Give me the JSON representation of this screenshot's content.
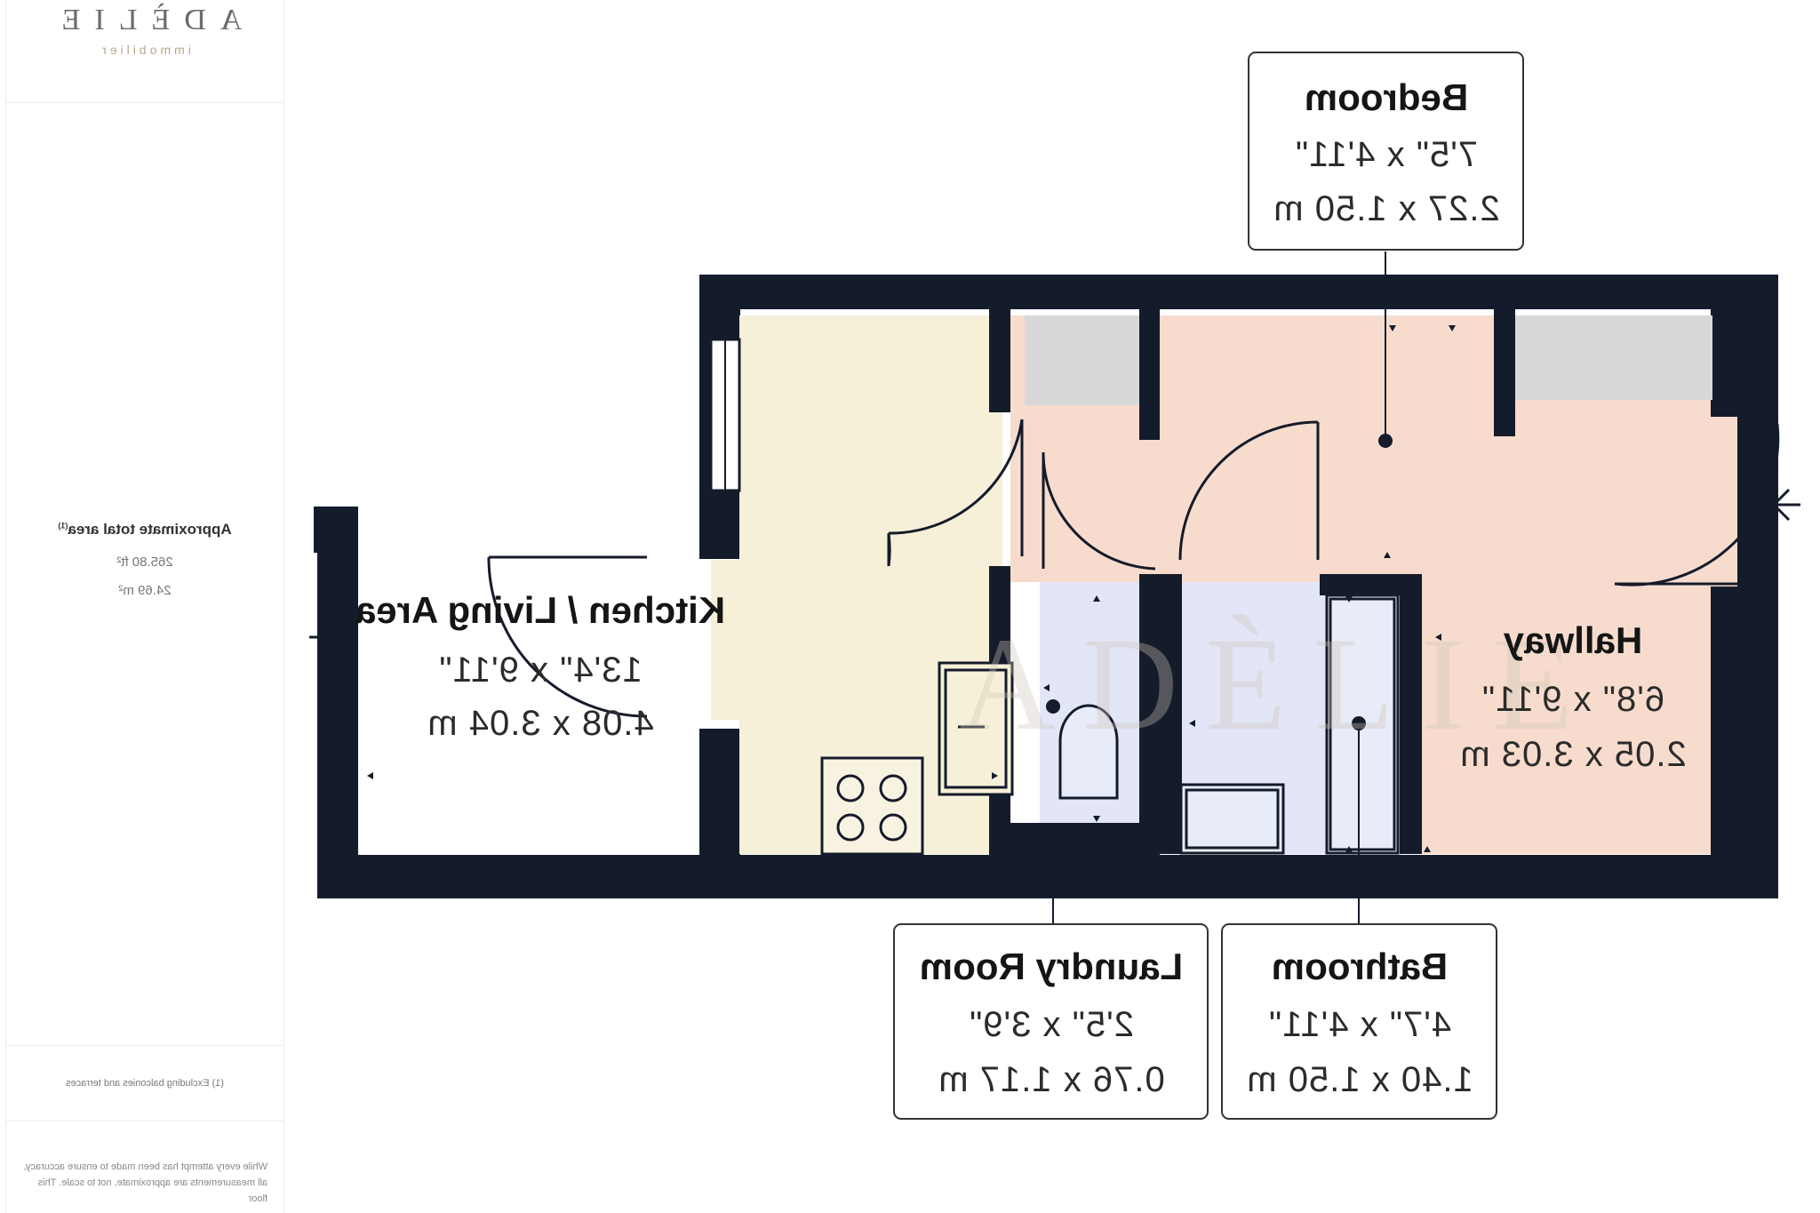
{
  "sidebar": {
    "brand": "ADÈLIE",
    "brand_sub": "immobilier",
    "area_title": "Approximate total area",
    "area_footnote_mark": "(1)",
    "area_sqft": "265.80 ft²",
    "area_sqm": "24.69 m²",
    "footnote": "(1) Excluding balconies and terraces",
    "disclaimer": "While every attempt has been made to ensure accuracy, all measurements are approximate, not to scale. This floor"
  },
  "rooms": {
    "kitchen": {
      "name": "Kitchen / Living Area",
      "imperial": "13'4\" x 9'11\"",
      "metric": "4.08 x 3.04 m"
    },
    "bedroom": {
      "name": "Bedroom",
      "imperial": "7'5\" x 4'11\"",
      "metric": "2.27 x 1.50 m"
    },
    "hallway": {
      "name": "Hallway",
      "imperial": "6'8\" x 9'11\"",
      "metric": "2.05 x 3.03 m"
    },
    "laundry": {
      "name": "Laundry Room",
      "imperial": "2'5\" x 3'9\"",
      "metric": "0.76 x 1.17 m"
    },
    "bathroom": {
      "name": "Bathroom",
      "imperial": "4'7\" x 4'11\"",
      "metric": "1.40 x 1.50 m"
    }
  },
  "watermark": "ADÈLIE",
  "colors": {
    "wall": "#141b2b",
    "kitchen_fill": "#f6f0d8",
    "bedroom_fill": "#f7dccd",
    "laundry_fill": "#e2e6f6",
    "fixture_grey": "#d8d8d8"
  }
}
